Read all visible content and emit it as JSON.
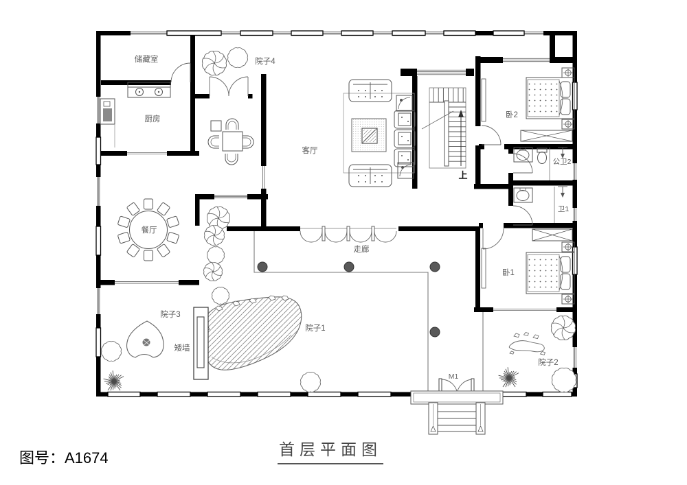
{
  "title_block": {
    "drawing_no": "图号：A1674",
    "title": "首层平面图"
  },
  "rooms": {
    "storage": "储藏室",
    "kitchen": "厨房",
    "courtyard4": "院子4",
    "living_room": "客厅",
    "bedroom2": "卧2",
    "public_bath2": "公卫2",
    "bath1": "卫1",
    "bedroom1": "卧1",
    "dining": "餐厅",
    "corridor": "走廊",
    "courtyard1": "院子1",
    "courtyard3": "院子3",
    "low_wall": "矮墙",
    "courtyard2": "院子2"
  },
  "annotations": {
    "entrance_door": "M1",
    "stairs_up": "上"
  },
  "colors": {
    "wall": "#000000",
    "fixture_line": "#666666",
    "label": "#5a5a5a",
    "column": "#595959"
  }
}
